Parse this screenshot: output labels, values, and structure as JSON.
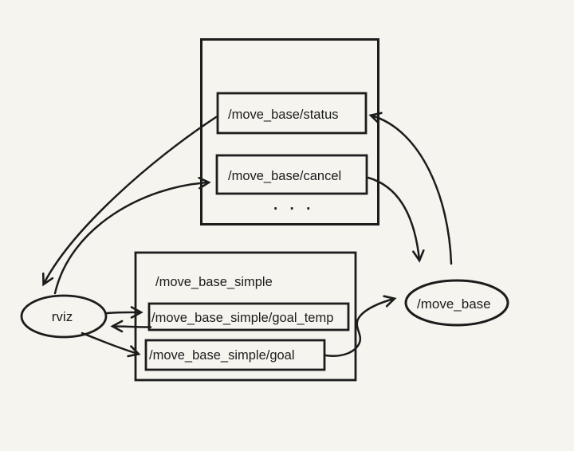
{
  "diagram": {
    "background_color": "#f5f4ef",
    "ink_color": "#1c1c1c",
    "top_container": {
      "topics": [
        {
          "label": "/move_base/status"
        },
        {
          "label": "/move_base/cancel"
        }
      ],
      "ellipsis": ". . ."
    },
    "simple_container": {
      "title": "/move_base_simple",
      "topics": [
        {
          "label": "/move_base_simple/goal_temp"
        },
        {
          "label": "/move_base_simple/goal"
        }
      ]
    },
    "nodes": [
      {
        "label": "rviz"
      },
      {
        "label": "/move_base"
      }
    ],
    "edges": [
      {
        "from": "/move_base/status",
        "to": "rviz"
      },
      {
        "from": "rviz",
        "to": "/move_base/cancel"
      },
      {
        "from": "/move_base",
        "to": "/move_base/status"
      },
      {
        "from": "/move_base/cancel",
        "to": "/move_base"
      },
      {
        "from": "rviz",
        "to": "/move_base_simple/goal_temp"
      },
      {
        "from": "/move_base_simple/goal_temp",
        "to": "rviz"
      },
      {
        "from": "rviz",
        "to": "/move_base_simple/goal"
      },
      {
        "from": "/move_base_simple/goal",
        "to": "/move_base"
      }
    ]
  }
}
